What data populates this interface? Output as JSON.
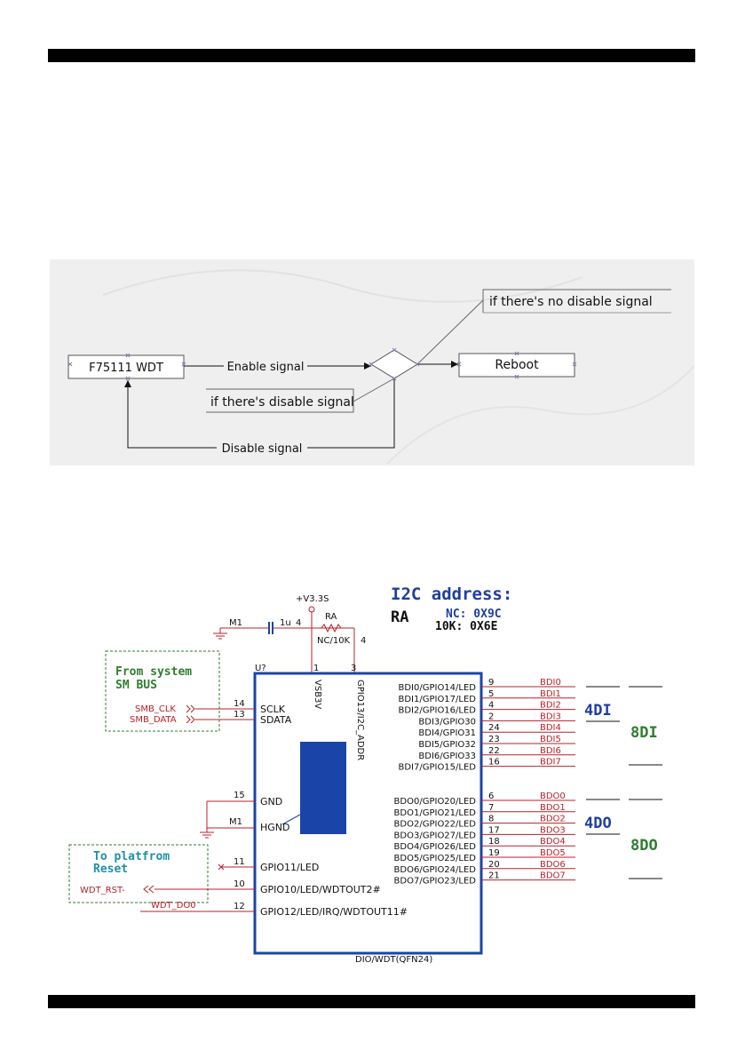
{
  "flowchart": {
    "wdt_box": "F75111 WDT",
    "enable_signal": "Enable signal",
    "disable_signal_label": "if there's disable signal",
    "no_disable_signal_label": "if there's no disable signal",
    "reboot_box": "Reboot",
    "disable_signal": "Disable signal"
  },
  "schematic": {
    "power_label": "+V3.3S",
    "cap_ref": "M1",
    "cap_value": "1u",
    "cap_pin": "4",
    "resistor_ref": "RA",
    "resistor_value": "NC/10K",
    "resistor_pin": "4",
    "chip_ref": "U?",
    "chip_name": "DIO/WDT(QFN24)",
    "vsb_pin_label": "VSB3V",
    "addr_pin_label": "GPIO13/I2C_ADDR",
    "pin1": "1",
    "pin3": "3",
    "i2c_title": "I2C address:",
    "i2c_ra": "RA",
    "i2c_nc": "NC:  0X9C",
    "i2c_10k": "10K:  0X6E",
    "from_system": [
      "From system",
      "SM BUS"
    ],
    "to_platform": [
      "To platfrom",
      "Reset"
    ],
    "smb_clk": "SMB_CLK",
    "smb_data": "SMB_DATA",
    "sclk": "SCLK",
    "sdata": "SDATA",
    "pin14": "14",
    "pin13": "13",
    "gnd": "GND",
    "hgnd": "HGND",
    "pin15": "15",
    "m1_label": "M1",
    "gpio11": "GPIO11/LED",
    "pin11": "11",
    "gpio10": "GPIO10/LED/WDTOUT2#",
    "pin10": "10",
    "wdt_rst": "WDT_RST-",
    "gpio12": "GPIO12/LED/IRQ/WDTOUT11#",
    "pin12": "12",
    "wdt_doo": "WDT_DO0",
    "di_pins": [
      {
        "name": "BDI0/GPIO14/LED",
        "num": "9",
        "net": "BDI0"
      },
      {
        "name": "BDI1/GPIO17/LED",
        "num": "5",
        "net": "BDI1"
      },
      {
        "name": "BDI2/GPIO16/LED",
        "num": "4",
        "net": "BDI2"
      },
      {
        "name": "BDI3/GPIO30",
        "num": "2",
        "net": "BDI3"
      },
      {
        "name": "BDI4/GPIO31",
        "num": "24",
        "net": "BDI4"
      },
      {
        "name": "BDI5/GPIO32",
        "num": "23",
        "net": "BDI5"
      },
      {
        "name": "BDI6/GPIO33",
        "num": "22",
        "net": "BDI6"
      },
      {
        "name": "BDI7/GPIO15/LED",
        "num": "16",
        "net": "BDI7"
      }
    ],
    "do_pins": [
      {
        "name": "BDO0/GPIO20/LED",
        "num": "6",
        "net": "BDO0"
      },
      {
        "name": "BDO1/GPIO21/LED",
        "num": "7",
        "net": "BDO1"
      },
      {
        "name": "BDO2/GPIO22/LED",
        "num": "8",
        "net": "BDO2"
      },
      {
        "name": "BDO3/GPIO27/LED",
        "num": "17",
        "net": "BDO3"
      },
      {
        "name": "BDO4/GPIO26/LED",
        "num": "18",
        "net": "BDO4"
      },
      {
        "name": "BDO5/GPIO25/LED",
        "num": "19",
        "net": "BDO5"
      },
      {
        "name": "BDO6/GPIO24/LED",
        "num": "20",
        "net": "BDO6"
      },
      {
        "name": "BDO7/GPIO23/LED",
        "num": "21",
        "net": "BDO7"
      }
    ],
    "label_4di": "4DI",
    "label_8di": "8DI",
    "label_4do": "4DO",
    "label_8do": "8DO"
  },
  "colors": {
    "chip_blue": "#1a44a8",
    "net_red": "#b8202a",
    "annot_green": "#2f7d2f",
    "i2c_blue": "#1f3fa0",
    "flow_bg": "#efefef"
  }
}
